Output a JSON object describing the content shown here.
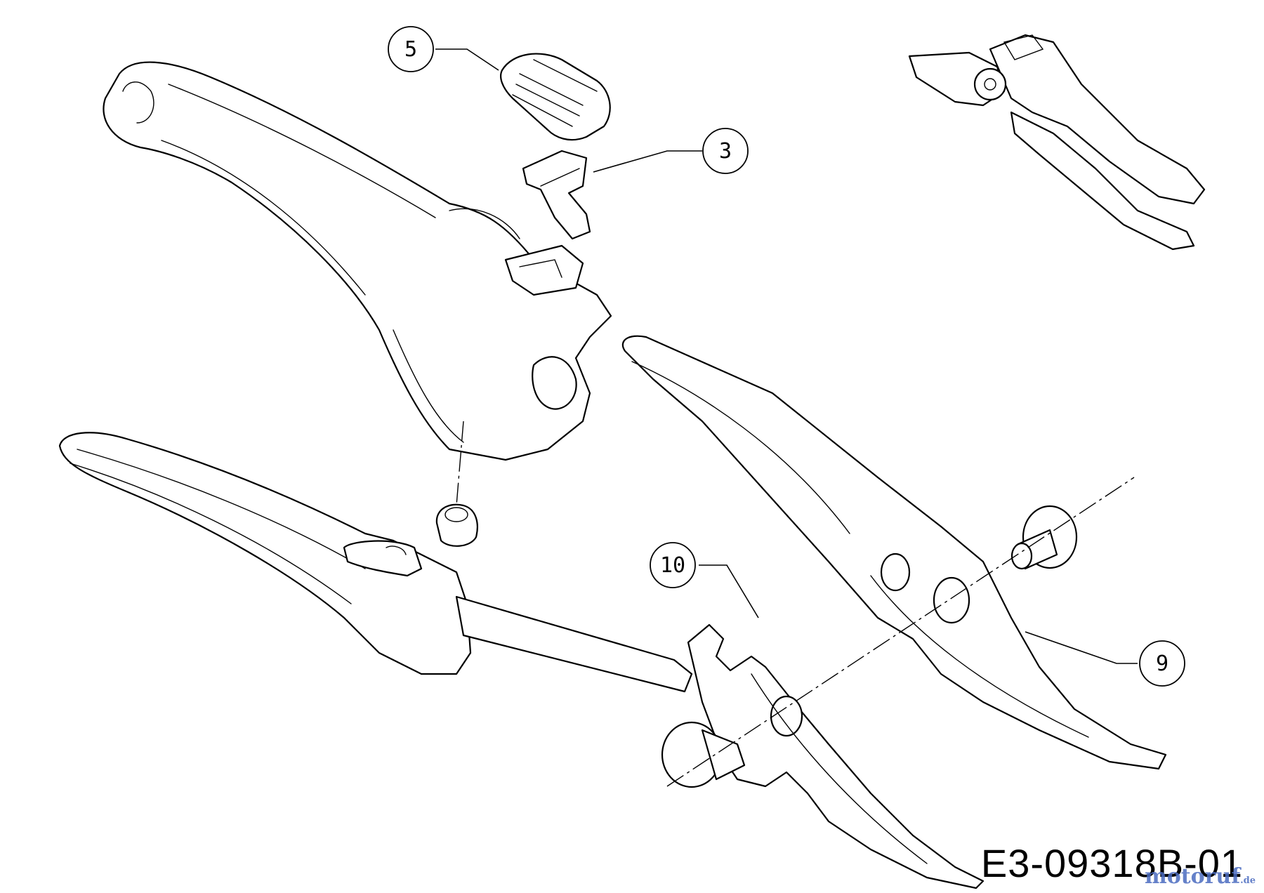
{
  "callouts": [
    {
      "id": "5",
      "label": "5"
    },
    {
      "id": "3",
      "label": "3"
    },
    {
      "id": "10",
      "label": "10"
    },
    {
      "id": "9",
      "label": "9"
    }
  ],
  "drawing_number": "E3-09318B-01",
  "watermark": {
    "text": "motoruf",
    "suffix": ".de"
  }
}
